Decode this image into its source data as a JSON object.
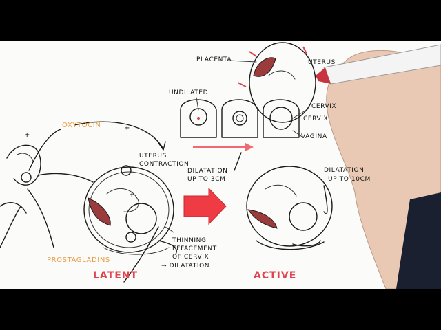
{
  "labels": {
    "oxytocin": "OXYTOCIN",
    "uterus_contraction_1": "UTERUS",
    "uterus_contraction_2": "CONTRACTION",
    "prostaglandins": "PROSTAGLADINS",
    "dilatation_3cm_1": "DILATATION",
    "dilatation_3cm_2": "UP TO 3CM",
    "thinning": "THINNING",
    "effacement": "EFFACEMENT",
    "of_cervix": "OF CERVIX",
    "dilatation_arrow": "→ DILATATION",
    "undilated": "UNDILATED",
    "placenta": "PLACENTA",
    "uterus": "UTERUS",
    "cervix": "CERVIX",
    "vagina": "VAGINA",
    "dilatation_10cm_1": "DILATATION",
    "dilatation_10cm_2": "UP TO 10CM",
    "latent": "LATENT",
    "active": "ACTIVE",
    "plus_symbol": "+"
  },
  "colors": {
    "ink": "#1a1a1a",
    "orange": "#e89a42",
    "red": "#e0454f",
    "placenta": "#9b3b3b",
    "skin": "#e9c9b3",
    "pen_body": "#f4f4f4",
    "pen_cap": "#c8343d"
  }
}
